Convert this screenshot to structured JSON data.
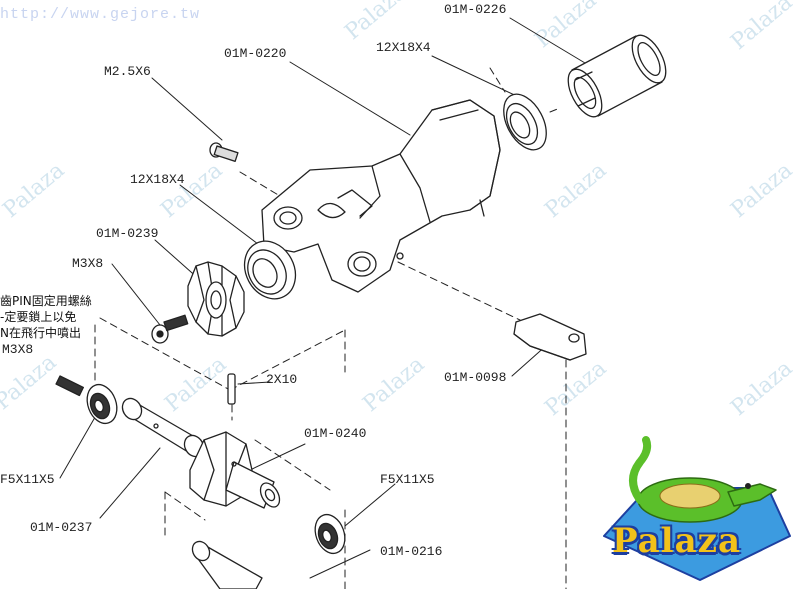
{
  "url": "http://www.gejore.tw",
  "watermark_text": "Palaza",
  "logo": {
    "text": "Palaza",
    "colors": {
      "text": "#f2c21a",
      "outline": "#1d3fa0",
      "badge": "#3c9be0",
      "gator": "#5bbf2a"
    }
  },
  "labels": {
    "p0226": "01M-0226",
    "b12x18_top": "12X18X4",
    "p0220": "01M-0220",
    "m25x6": "M2.5X6",
    "b12x18_left": "12X18X4",
    "p0239": "01M-0239",
    "m3x8_a": "M3X8",
    "m3x8_b": "M3X8",
    "pin2x10": "2X10",
    "p0098": "01M-0098",
    "p0240": "01M-0240",
    "f5x11_left": "F5X11X5",
    "f5x11_right": "F5X11X5",
    "p0237": "01M-0237",
    "p0216": "01M-0216"
  },
  "note_lines": [
    "齒PIN固定用螺絲",
    "-定要鎖上以免",
    "N在飛行中噴出"
  ]
}
